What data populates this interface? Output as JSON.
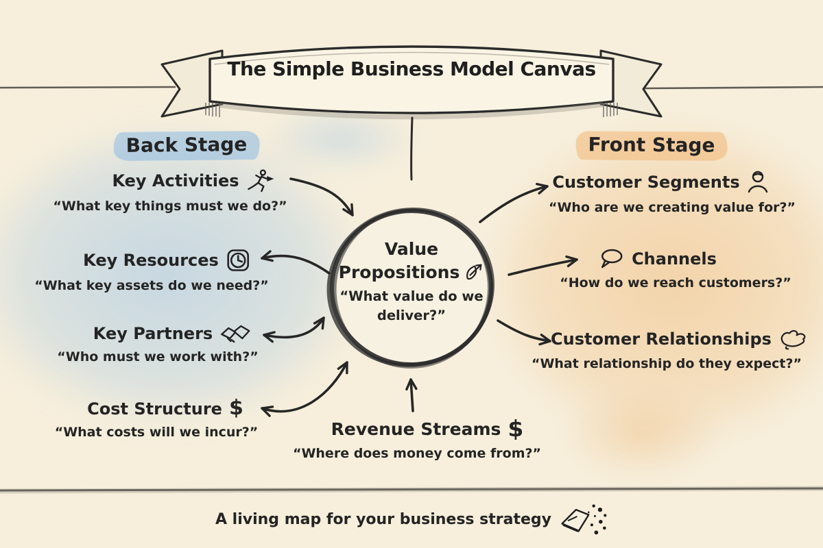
{
  "banner": {
    "title": "The Simple Business Model Canvas"
  },
  "back_stage": {
    "label": "Back Stage",
    "wash_color": "#9ec4e6",
    "items": [
      {
        "title": "Key Activities",
        "icon": "runner-icon",
        "question": "“What key things must we do?”",
        "arrow": "to-center"
      },
      {
        "title": "Key Resources",
        "icon": "clock-icon",
        "question": "“What key assets do we need?”",
        "arrow": "from-center"
      },
      {
        "title": "Key Partners",
        "icon": "handshake-icon",
        "question": "“Who must we work with?”",
        "arrow": "both-ways"
      },
      {
        "title": "Cost Structure",
        "icon": "dollar-sign",
        "symbol": "$",
        "question": "“What costs will we incur?”",
        "arrow": "both-ways"
      }
    ]
  },
  "front_stage": {
    "label": "Front Stage",
    "wash_color": "#f0c187",
    "items": [
      {
        "title": "Customer Segments",
        "icon": "person-icon",
        "question": "“Who are we creating value for?”",
        "arrow": "from-center"
      },
      {
        "title": "Channels",
        "icon": "speech-bubble-icon",
        "question": "“How do we reach customers?”",
        "arrow": "from-center"
      },
      {
        "title": "Customer Relationships",
        "icon": "hand-icon",
        "question": "“What relationship do they expect?”",
        "arrow": "from-center"
      }
    ]
  },
  "center": {
    "title": "Value Propositions",
    "icon": "leaf-arrow-icon",
    "question": "“What value do we deliver?”"
  },
  "revenue": {
    "title": "Revenue Streams",
    "icon": "dollar-sign",
    "symbol": "$",
    "question": "“Where does money come from?”",
    "arrow": "to-center"
  },
  "footer": {
    "tagline": "A living map for your business strategy",
    "icon": "eraser-icon"
  },
  "colors": {
    "paper": "#f7efdc",
    "ink": "#242424",
    "back_highlight": "#8cbae2",
    "front_highlight": "#f2b26e"
  }
}
